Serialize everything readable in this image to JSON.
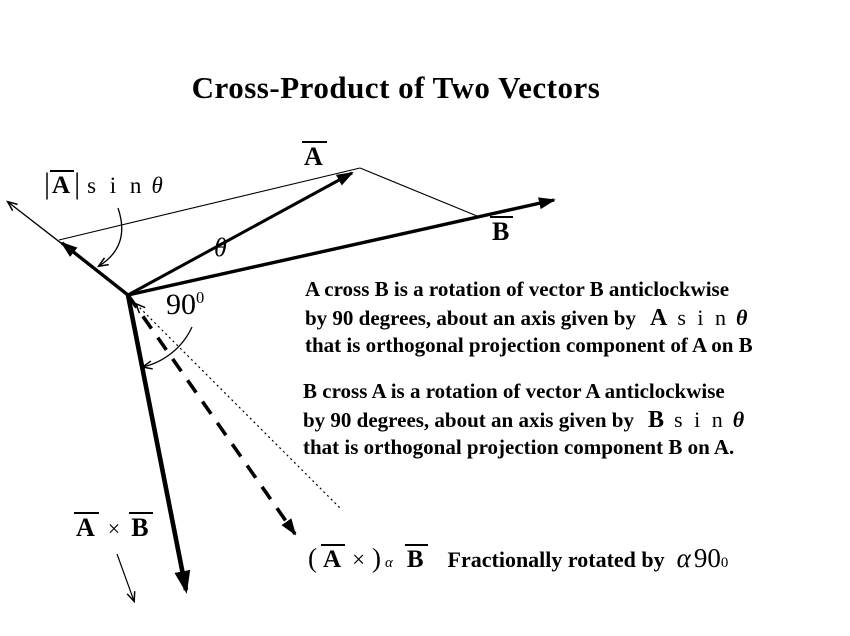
{
  "title": "Cross-Product of Two Vectors",
  "colors": {
    "ink": "#000000",
    "bg": "#ffffff"
  },
  "diagram_labels": {
    "vec_a": "A",
    "vec_b": "B",
    "theta": "θ",
    "right_angle": {
      "value": "90",
      "sup": "0"
    },
    "mag_a_sin": {
      "lbar": "|",
      "vec": "A",
      "rbar": "|",
      "sin": "s i n",
      "theta": "θ"
    },
    "cross": {
      "vec_a": "A",
      "times": "×",
      "vec_b": "B"
    }
  },
  "explanations": {
    "a_cross_b": {
      "line1": "A cross B is a rotation of vector B anticlockwise",
      "line2_prefix": "by 90 degrees, about an axis given by",
      "math": {
        "vec": "A",
        "sin": "s i n",
        "theta": "θ"
      },
      "line3": "that is orthogonal projection component of A on B"
    },
    "b_cross_a": {
      "line1": "B cross A is a rotation of vector A anticlockwise",
      "line2_prefix": "by 90 degrees, about an axis given by",
      "math": {
        "vec": "B",
        "sin": "s i n",
        "theta": "θ"
      },
      "line3": "that is orthogonal projection component B on A."
    }
  },
  "fractional": {
    "open": "(",
    "vec_a": "A",
    "times": "×",
    "close": ")",
    "alpha_sup": "α",
    "vec_b": "B",
    "caption": "Fractionally rotated by",
    "alpha": "α",
    "ninety": "90",
    "deg_sup": "0"
  }
}
